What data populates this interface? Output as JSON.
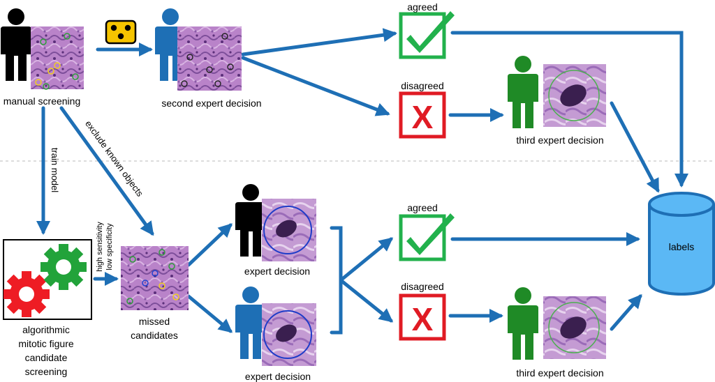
{
  "labels": {
    "manual_screening": "manual screening",
    "second_expert": "second expert decision",
    "agreed": "agreed",
    "disagreed": "disagreed",
    "third_expert": "third expert decision",
    "train_model": "train model",
    "exclude_known": "exclude known objects",
    "high_sensitivity": "high sensitivity",
    "low_specificity": "low specificity",
    "algo_line1": "algorithmic",
    "algo_line2": "mitotic figure",
    "algo_line3": "candidate",
    "algo_line4": "screening",
    "missed_line1": "missed",
    "missed_line2": "candidates",
    "expert_decision": "expert decision",
    "labels_db": "labels"
  },
  "colors": {
    "arrow": "#1e6fb5",
    "expert_black": "#000000",
    "expert_blue": "#1e6fb5",
    "expert_green": "#1f8a26",
    "agreed_green": "#22b14c",
    "disagreed_red": "#e01b24",
    "database": "#5bb8f5",
    "tissue": "#b576c4",
    "gear_red": "#ee1c24",
    "gear_green": "#22a33a",
    "dice_yellow": "#f5c400"
  }
}
